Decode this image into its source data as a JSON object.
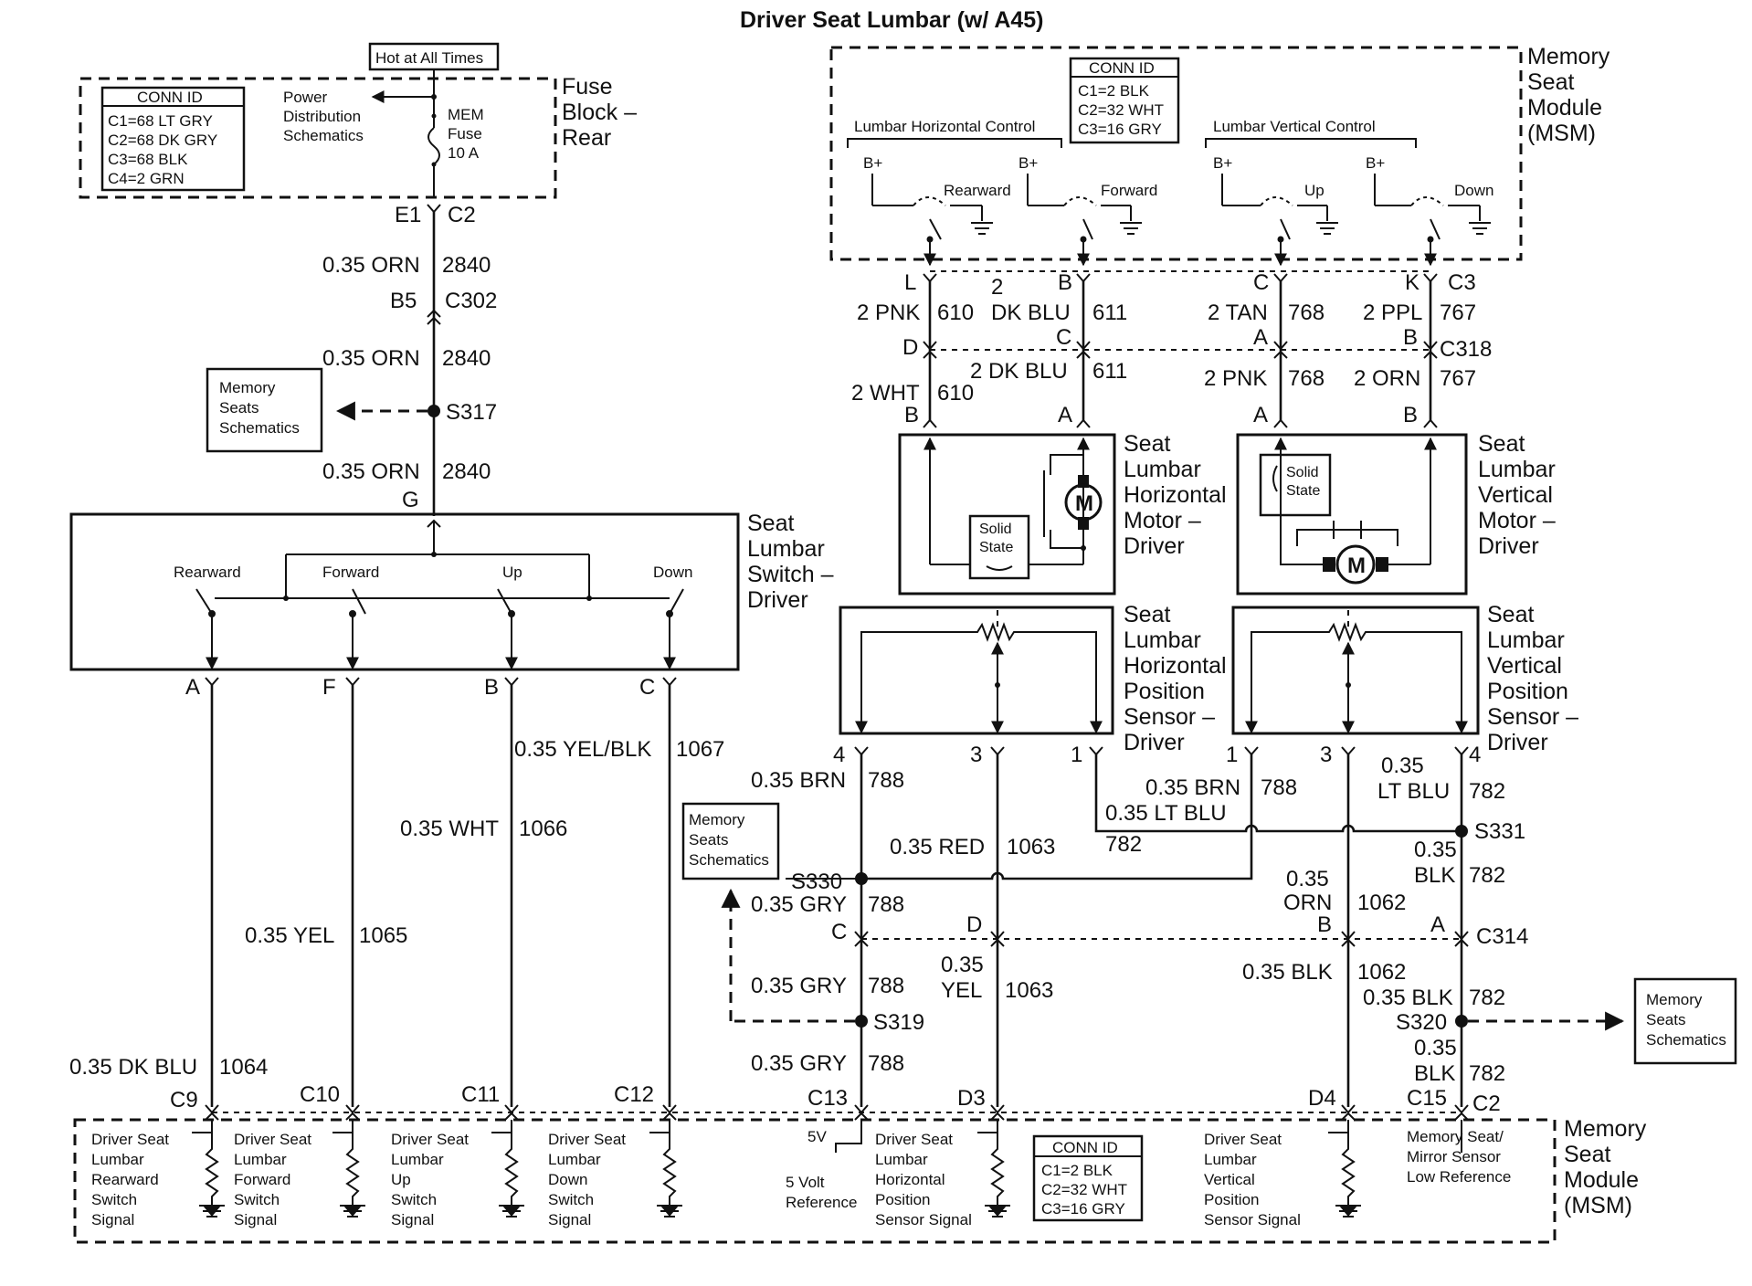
{
  "title": "Driver Seat Lumbar (w/ A45)",
  "fuse_block": {
    "name_lines": [
      "Fuse",
      "Block –",
      "Rear"
    ],
    "hot_label": "Hot at All Times",
    "conn_title": "CONN ID",
    "conn_lines": [
      "C1=68 LT GRY",
      "C2=68 DK GRY",
      "C3=68 BLK",
      "C4=2 GRN"
    ],
    "power_ref": [
      "Power",
      "Distribution",
      "Schematics"
    ],
    "fuse_lines": [
      "MEM",
      "Fuse",
      "10 A"
    ],
    "pin": "E1",
    "connector": "C2"
  },
  "memory_refs": {
    "text": [
      "Memory",
      "Seats",
      "Schematics"
    ]
  },
  "left_circuit": {
    "wire1": {
      "gauge": "0.35 ORN",
      "circuit": "2840"
    },
    "b5": "B5",
    "c302": "C302",
    "wire2": {
      "gauge": "0.35 ORN",
      "circuit": "2840"
    },
    "splice": "S317",
    "wire3": {
      "gauge": "0.35 ORN",
      "circuit": "2840"
    },
    "pin_g": "G"
  },
  "switch": {
    "name_lines": [
      "Seat",
      "Lumbar",
      "Switch –",
      "Driver"
    ],
    "labels": [
      "Rearward",
      "Forward",
      "Up",
      "Down"
    ],
    "pins": [
      "A",
      "F",
      "B",
      "C"
    ],
    "wires": [
      {
        "gauge": "0.35 DK BLU",
        "circuit": "1064"
      },
      {
        "gauge": "0.35 YEL",
        "circuit": "1065"
      },
      {
        "gauge": "0.35 WHT",
        "circuit": "1066"
      },
      {
        "gauge": "0.35 YEL/BLK",
        "circuit": "1067"
      }
    ]
  },
  "msm_top": {
    "name_lines": [
      "Memory",
      "Seat",
      "Module",
      "(MSM)"
    ],
    "conn_title": "CONN ID",
    "conn_lines": [
      "C1=2 BLK",
      "C2=32 WHT",
      "C3=16 GRY"
    ],
    "horizontal_label": "Lumbar Horizontal Control",
    "vertical_label": "Lumbar Vertical Control",
    "bplus": "B+",
    "relay_labels": [
      "Rearward",
      "Forward",
      "Up",
      "Down"
    ],
    "pins": [
      "L",
      "B",
      "C",
      "K"
    ],
    "connector": "C3"
  },
  "upper_wires": {
    "w610a": {
      "gauge": "2 PNK",
      "circuit": "610"
    },
    "w611a": {
      "gauge_top": "2",
      "gauge_bottom": "DK BLU",
      "circuit": "611"
    },
    "w768a": {
      "gauge": "2 TAN",
      "circuit": "768"
    },
    "w767a": {
      "gauge": "2 PPL",
      "circuit": "767"
    },
    "c318_pins": [
      "D",
      "C",
      "A",
      "B"
    ],
    "c318": "C318",
    "w610b": {
      "gauge": "2 WHT",
      "circuit": "610"
    },
    "w611b": {
      "gauge": "2 DK BLU",
      "circuit": "611"
    },
    "w768b": {
      "gauge": "2 PNK",
      "circuit": "768"
    },
    "w767b": {
      "gauge": "2 ORN",
      "circuit": "767"
    }
  },
  "h_motor": {
    "name_lines": [
      "Seat",
      "Lumbar",
      "Horizontal",
      "Motor –",
      "Driver"
    ],
    "pins": [
      "B",
      "A"
    ],
    "solid_state": [
      "Solid",
      "State"
    ],
    "motor": "M"
  },
  "v_motor": {
    "name_lines": [
      "Seat",
      "Lumbar",
      "Vertical",
      "Motor –",
      "Driver"
    ],
    "pins": [
      "A",
      "B"
    ],
    "solid_state": [
      "Solid",
      "State"
    ],
    "motor": "M"
  },
  "h_sensor": {
    "name_lines": [
      "Seat",
      "Lumbar",
      "Horizontal",
      "Position",
      "Sensor –",
      "Driver"
    ],
    "pins": [
      "4",
      "3",
      "1"
    ]
  },
  "v_sensor": {
    "name_lines": [
      "Seat",
      "Lumbar",
      "Vertical",
      "Position",
      "Sensor –",
      "Driver"
    ],
    "pins": [
      "1",
      "3",
      "4"
    ]
  },
  "sensor_wires": {
    "brn1": {
      "gauge": "0.35 BRN",
      "circuit": "788"
    },
    "red": {
      "gauge": "0.35 RED",
      "circuit": "1063"
    },
    "brn2": {
      "gauge": "0.35 BRN",
      "circuit": "788"
    },
    "ltblu1": {
      "gauge": "0.35 LT BLU",
      "circuit": "782"
    },
    "ltblu2": {
      "gauge_top": "0.35",
      "gauge_bottom": "LT BLU",
      "circuit": "782"
    },
    "s331": "S331",
    "blk1": {
      "gauge_top": "0.35",
      "gauge_bottom": "BLK",
      "circuit": "782"
    },
    "s330": "S330",
    "orn": {
      "gauge_top": "0.35",
      "gauge_bottom": "ORN",
      "circuit": "1062"
    },
    "gry1": {
      "gauge": "0.35 GRY",
      "circuit": "788"
    },
    "c314_pins": [
      "C",
      "D",
      "B",
      "A"
    ],
    "c314": "C314",
    "yel": {
      "gauge_top": "0.35",
      "gauge_bottom": "YEL",
      "circuit": "1063"
    },
    "blk2": {
      "gauge": "0.35 BLK",
      "circuit": "1062"
    },
    "gry2": {
      "gauge": "0.35 GRY",
      "circuit": "788"
    },
    "s319": "S319",
    "blk3": {
      "gauge": "0.35 BLK",
      "circuit": "782"
    },
    "s320": "S320",
    "gry3": {
      "gauge": "0.35 GRY",
      "circuit": "788"
    },
    "blk4": {
      "gauge_top": "0.35",
      "gauge_bottom": "BLK",
      "circuit": "782"
    }
  },
  "msm_bottom": {
    "name_lines": [
      "Memory",
      "Seat",
      "Module",
      "(MSM)"
    ],
    "pins": [
      "C9",
      "C10",
      "C11",
      "C12",
      "C13",
      "D3",
      "D4",
      "C15",
      "C2"
    ],
    "signals": [
      [
        "Driver Seat",
        "Lumbar",
        "Rearward",
        "Switch",
        "Signal"
      ],
      [
        "Driver Seat",
        "Lumbar",
        "Forward",
        "Switch",
        "Signal"
      ],
      [
        "Driver Seat",
        "Lumbar",
        "Up",
        "Switch",
        "Signal"
      ],
      [
        "Driver Seat",
        "Lumbar",
        "Down",
        "Switch",
        "Signal"
      ]
    ],
    "five_v": "5V",
    "ref_lines": [
      "5 Volt",
      "Reference"
    ],
    "h_sensor_signal": [
      "Driver Seat",
      "Lumbar",
      "Horizontal",
      "Position",
      "Sensor Signal"
    ],
    "conn_title": "CONN ID",
    "conn_lines": [
      "C1=2 BLK",
      "C2=32 WHT",
      "C3=16 GRY"
    ],
    "v_sensor_signal": [
      "Driver Seat",
      "Lumbar",
      "Vertical",
      "Position",
      "Sensor Signal"
    ],
    "low_ref": [
      "Memory Seat/",
      "Mirror Sensor",
      "Low Reference"
    ]
  }
}
